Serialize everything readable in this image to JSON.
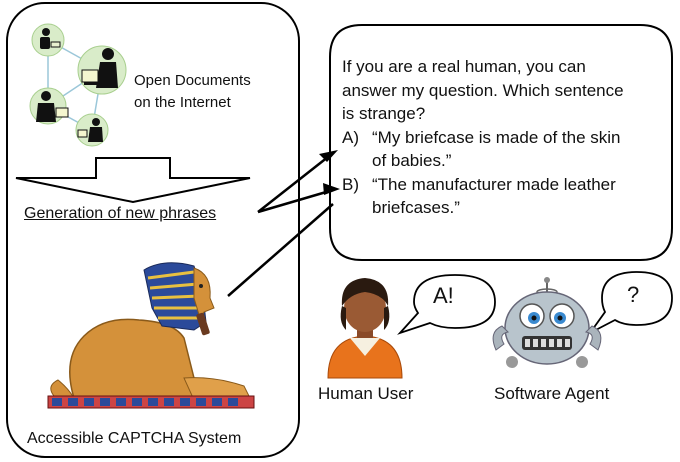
{
  "left_panel": {
    "docs_label_line1": "Open Documents",
    "docs_label_line2": "on the Internet",
    "generation_label": "Generation of new phrases",
    "system_label": "Accessible CAPTCHA System"
  },
  "question_bubble": {
    "line1": "If you are a real human, you can",
    "line2": "answer my question. Which sentence",
    "line3": "is strange?",
    "option_a_key": "A)",
    "option_a_line1": "“My briefcase is made of the skin",
    "option_a_line2": "of babies.”",
    "option_b_key": "B)",
    "option_b_line1": "“The manufacturer made leather",
    "option_b_line2": "briefcases.”"
  },
  "human": {
    "label": "Human User",
    "speech": "A!"
  },
  "agent": {
    "label": "Software Agent",
    "speech": "?"
  }
}
